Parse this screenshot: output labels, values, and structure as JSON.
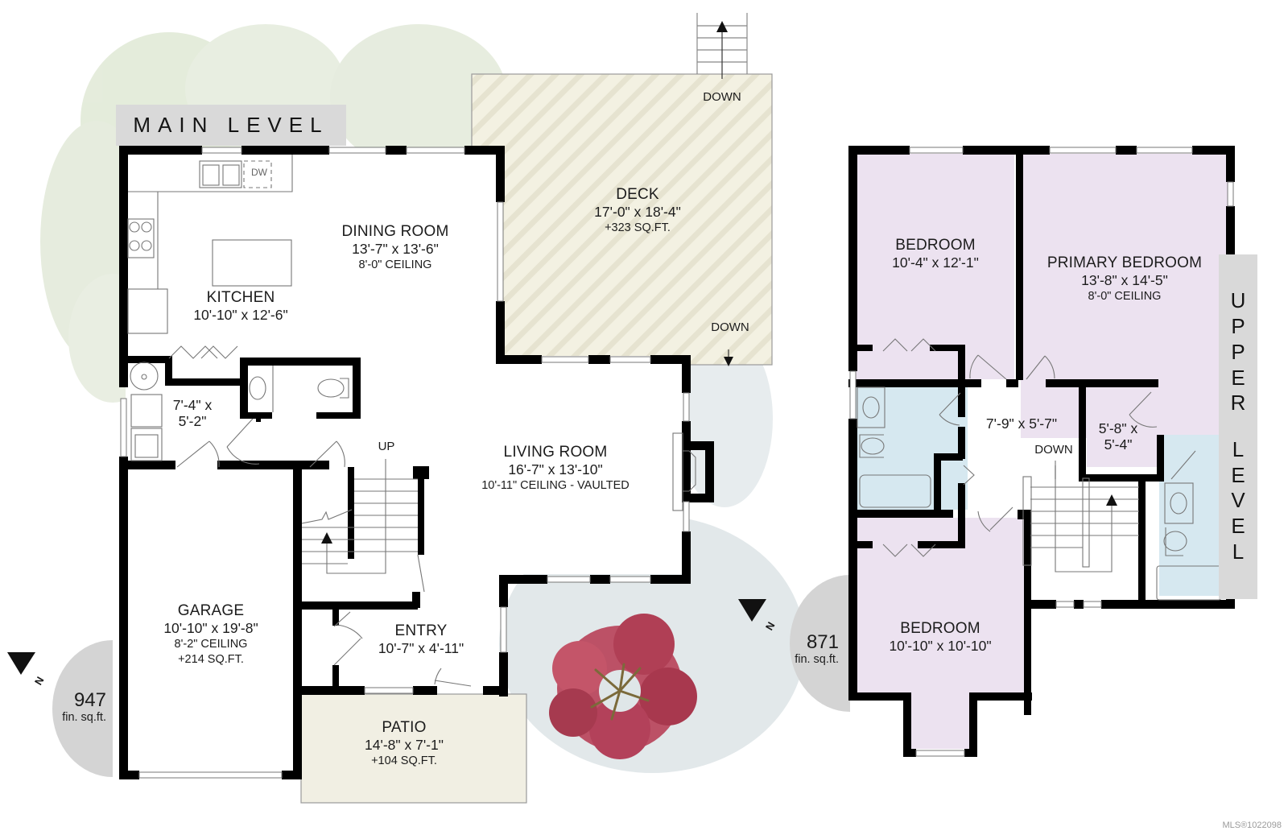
{
  "main_level": {
    "title": "MAIN LEVEL",
    "finished_area": {
      "value": "947",
      "unit": "fin. sq.ft."
    },
    "compass": {
      "label": "N",
      "icon": "north-arrow-icon"
    },
    "rooms": {
      "kitchen": {
        "name": "KITCHEN",
        "dims": "10'-10\" x 12'-6\""
      },
      "dining": {
        "name": "DINING ROOM",
        "dims": "13'-7\" x 13'-6\"",
        "ceiling": "8'-0\" CEILING"
      },
      "deck": {
        "name": "DECK",
        "dims": "17'-0\" x 18'-4\"",
        "area": "+323 SQ.FT."
      },
      "laundry": {
        "dims_line1": "7'-4\" x",
        "dims_line2": "5'-2\""
      },
      "living": {
        "name": "LIVING ROOM",
        "dims": "16'-7\" x 13'-10\"",
        "ceiling": "10'-11\" CEILING - VAULTED"
      },
      "garage": {
        "name": "GARAGE",
        "dims": "10'-10\" x 19'-8\"",
        "ceiling": "8'-2\" CEILING",
        "area": "+214 SQ.FT."
      },
      "entry": {
        "name": "ENTRY",
        "dims": "10'-7\" x 4'-11\""
      },
      "patio": {
        "name": "PATIO",
        "dims": "14'-8\" x 7'-1\"",
        "area": "+104 SQ.FT."
      }
    },
    "fixtures": {
      "dishwasher": "DW"
    },
    "stairs": {
      "up": "UP",
      "deck_down_top": "DOWN",
      "deck_down_bottom": "DOWN"
    }
  },
  "upper_level": {
    "title_letters_1": [
      "U",
      "P",
      "P",
      "E",
      "R"
    ],
    "title_letters_2": [
      "L",
      "E",
      "V",
      "E",
      "L"
    ],
    "finished_area": {
      "value": "871",
      "unit": "fin. sq.ft."
    },
    "compass": {
      "label": "N",
      "icon": "north-arrow-icon"
    },
    "rooms": {
      "bedroom1": {
        "name": "BEDROOM",
        "dims": "10'-4\" x 12'-1\""
      },
      "primary": {
        "name": "PRIMARY BEDROOM",
        "dims": "13'-8\" x 14'-5\"",
        "ceiling": "8'-0\" CEILING"
      },
      "hall": {
        "dims": "7'-9\" x 5'-7\""
      },
      "walkin": {
        "dims_line1": "5'-8\" x",
        "dims_line2": "5'-4\""
      },
      "bedroom2": {
        "name": "BEDROOM",
        "dims": "10'-10\" x 10'-10\""
      }
    },
    "stairs": {
      "down": "DOWN"
    }
  },
  "colors": {
    "wall": "#000000",
    "bedroom_fill": "#ece2f0",
    "bath_fill": "#d6e8f0",
    "deck_fill": "#f3f1e2",
    "patio_fill": "#f1efe3",
    "banner": "#d9d9d9",
    "compass_disc": "#d4d4d4",
    "foliage_green": "#dfe8d4",
    "foliage_blue": "#d9e2e4",
    "tree_red": "#b8435a"
  },
  "watermark": "MLS®1022098"
}
